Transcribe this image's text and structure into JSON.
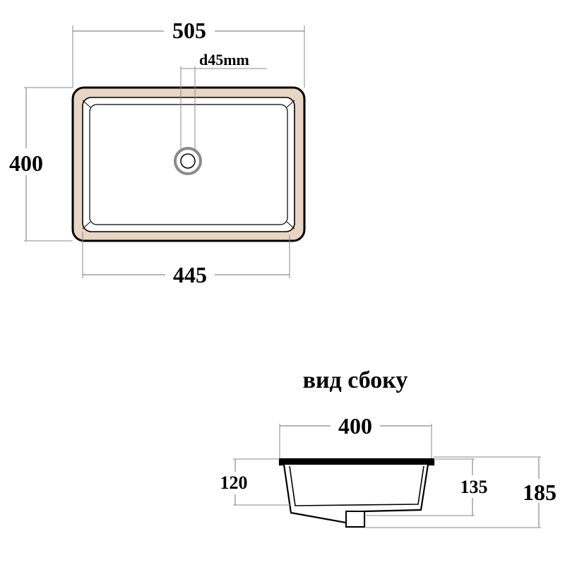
{
  "top_view": {
    "width_outer": "505",
    "height_outer": "400",
    "width_inner": "445",
    "drain_label": "d45mm"
  },
  "side_view": {
    "title": "вид сбоку",
    "width": "400",
    "depth_left": "120",
    "depth_right": "135",
    "total_height": "185"
  },
  "colors": {
    "rim_fill": "#e8d5c4",
    "outline": "#000000",
    "dimension_line": "#8a8a8a",
    "basin_inner": "#ffffff"
  }
}
